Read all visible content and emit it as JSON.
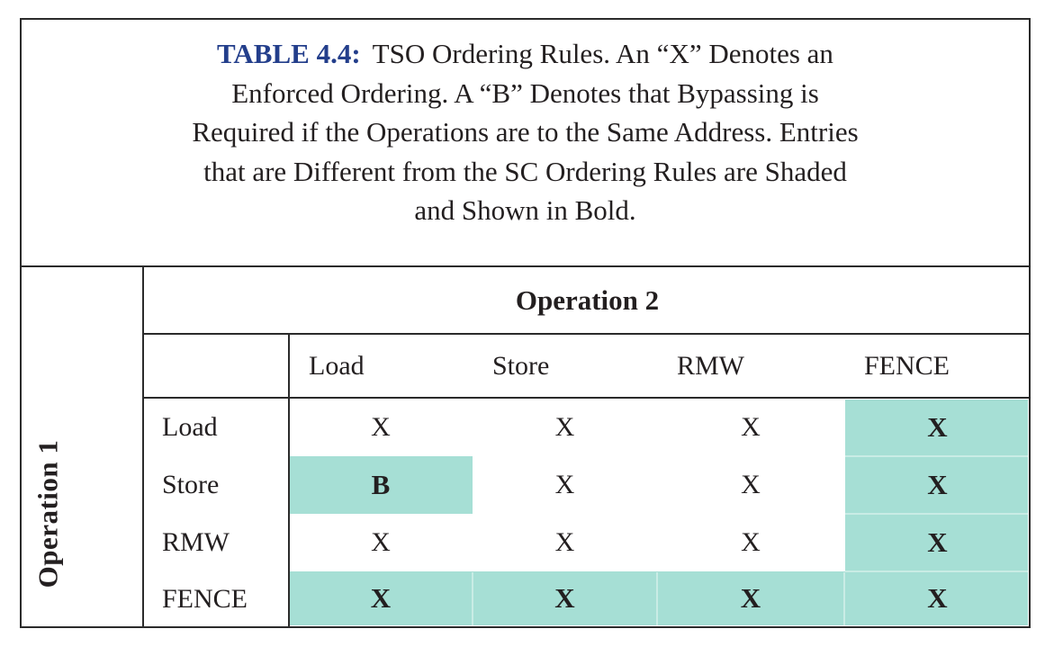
{
  "colors": {
    "title_blue": "#233e8b",
    "shade_teal": "#a6dfd5",
    "text_black": "#231f20",
    "rule_black": "#2b2b2b"
  },
  "caption": {
    "label": "TABLE 4.4:",
    "lines": [
      "TSO Ordering Rules. An “X” Denotes an",
      "Enforced Ordering. A “B” Denotes that Bypassing is",
      "Required if the Operations are to the Same Address. Entries",
      "that are Different from the SC Ordering Rules are Shaded",
      "and Shown in Bold."
    ]
  },
  "table": {
    "col_group_label": "Operation 2",
    "row_group_label": "Operation 1",
    "columns": [
      "Load",
      "Store",
      "RMW",
      "FENCE"
    ],
    "rows": [
      {
        "label": "Load",
        "cells": [
          {
            "value": "X",
            "shaded": false
          },
          {
            "value": "X",
            "shaded": false
          },
          {
            "value": "X",
            "shaded": false
          },
          {
            "value": "X",
            "shaded": true
          }
        ]
      },
      {
        "label": "Store",
        "cells": [
          {
            "value": "B",
            "shaded": true
          },
          {
            "value": "X",
            "shaded": false
          },
          {
            "value": "X",
            "shaded": false
          },
          {
            "value": "X",
            "shaded": true
          }
        ]
      },
      {
        "label": "RMW",
        "cells": [
          {
            "value": "X",
            "shaded": false
          },
          {
            "value": "X",
            "shaded": false
          },
          {
            "value": "X",
            "shaded": false
          },
          {
            "value": "X",
            "shaded": true
          }
        ]
      },
      {
        "label": "FENCE",
        "cells": [
          {
            "value": "X",
            "shaded": true
          },
          {
            "value": "X",
            "shaded": true
          },
          {
            "value": "X",
            "shaded": true
          },
          {
            "value": "X",
            "shaded": true
          }
        ]
      }
    ]
  }
}
